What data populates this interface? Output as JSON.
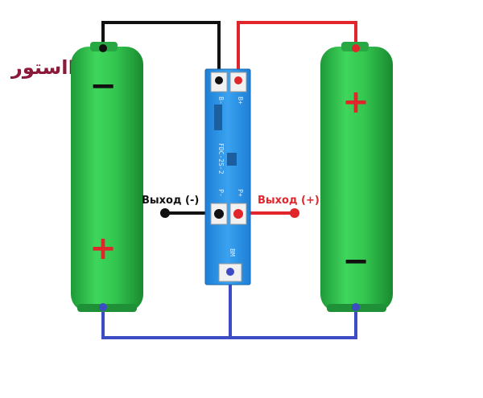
{
  "logo": {
    "text": "استورIIRCDo"
  },
  "battery_left": {
    "top_sign": "−",
    "bottom_sign": "+"
  },
  "battery_right": {
    "top_sign": "+",
    "bottom_sign": "−"
  },
  "board": {
    "model": "FDC-2S-2",
    "pads": {
      "b_minus": "B-",
      "b_plus": "B+",
      "p_minus": "P-",
      "p_plus": "P+",
      "bm": "BM"
    }
  },
  "outputs": {
    "negative": "Выход (-)",
    "positive": "Выход (+)"
  },
  "colors": {
    "battery": "#2fbf4a",
    "board": "#2a8fe0",
    "wire_negative": "#111111",
    "wire_positive": "#e0252b",
    "wire_middle": "#3d4bc4"
  }
}
